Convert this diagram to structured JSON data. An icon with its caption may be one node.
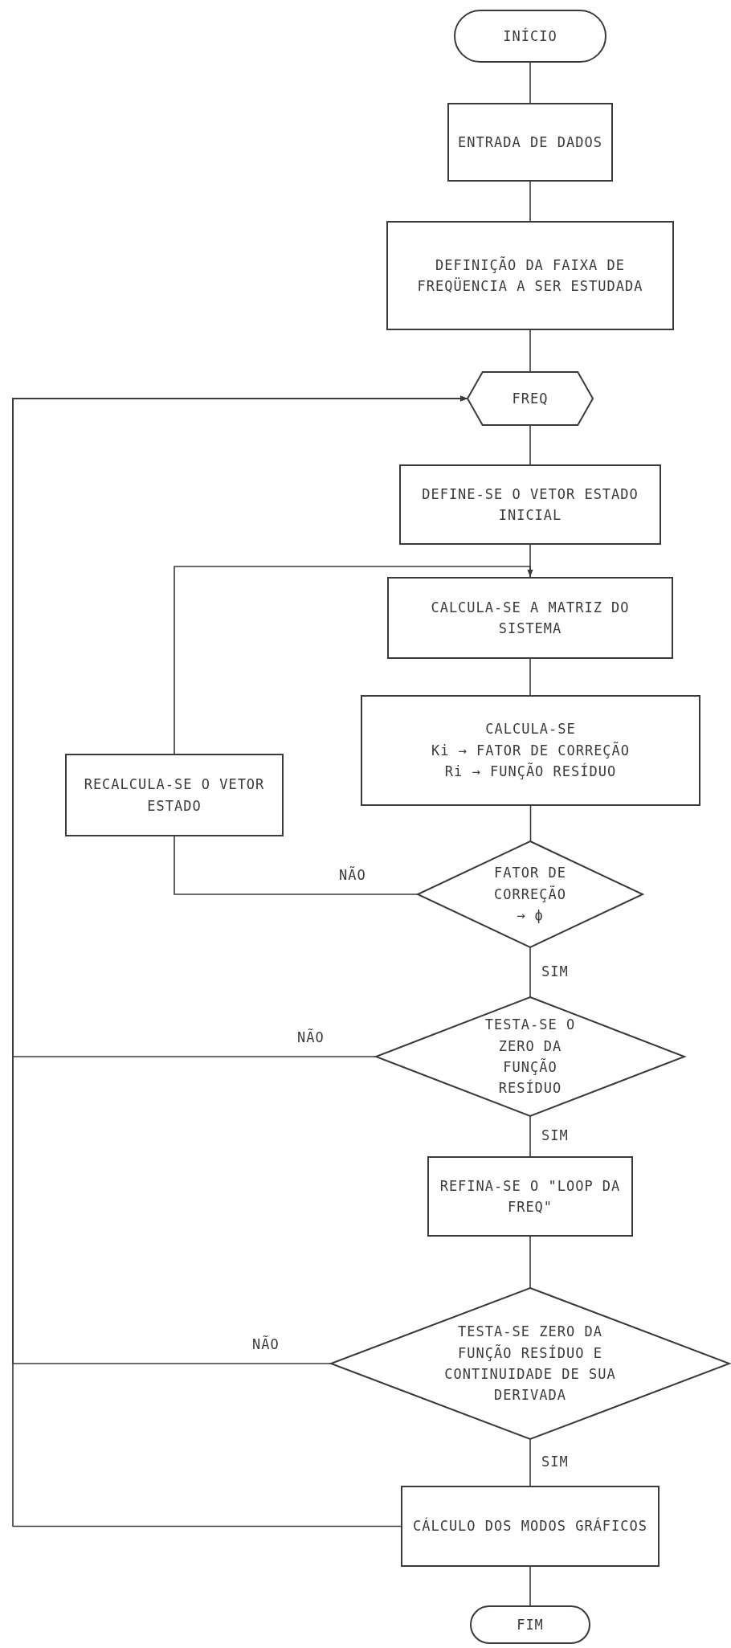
{
  "diagram": {
    "nodes": [
      {
        "text": [
          "INÍCIO"
        ]
      },
      {
        "text": [
          "ENTRADA DE DADOS"
        ]
      },
      {
        "text": [
          "DEFINIÇÃO DA FAIXA DE FREQÜENCIA A SER ESTUDADA"
        ]
      },
      {
        "text": [
          "FREQ"
        ]
      },
      {
        "text": [
          "DEFINE-SE O VETOR ESTADO INICIAL"
        ]
      },
      {
        "text": [
          "CALCULA-SE A MATRIZ DO SISTEMA"
        ]
      },
      {
        "text": [
          "CALCULA-SE",
          "Ki → FATOR DE CORREÇÃO",
          "Ri → FUNÇÃO RESÍDUO"
        ]
      },
      {
        "text": [
          "RECALCULA-SE O VETOR ESTADO"
        ]
      },
      {
        "text": [
          "FATOR DE CORREÇÃO → ϕ"
        ]
      },
      {
        "text": [
          "TESTA-SE O ZERO DA FUNÇÃO RESÍDUO"
        ]
      },
      {
        "text": [
          "REFINA-SE O \"LOOP DA FREQ\""
        ]
      },
      {
        "text": [
          "TESTA-SE ZERO DA FUNÇÃO RESÍDUO E CONTINUIDADE DE SUA DERIVADA"
        ]
      },
      {
        "text": [
          "CÁLCULO DOS MODOS GRÁFICOS"
        ]
      },
      {
        "text": [
          "FIM"
        ]
      }
    ],
    "edges": [
      {
        "from": 0,
        "to": 1,
        "arrow": "none"
      },
      {
        "from": 1,
        "to": 2,
        "arrow": "none"
      },
      {
        "from": 2,
        "to": 3,
        "arrow": "none"
      },
      {
        "from": 3,
        "to": 4,
        "arrow": "none"
      },
      {
        "from": 4,
        "to": 5,
        "arrow": "none"
      },
      {
        "from": 5,
        "to": 6,
        "arrow": "none"
      },
      {
        "from": 6,
        "to": 8,
        "arrow": "none"
      },
      {
        "from": 8,
        "to": 7,
        "label": "NÃO",
        "arrow": "none"
      },
      {
        "from": 7,
        "to": 5,
        "arrow": "to"
      },
      {
        "from": 8,
        "to": 9,
        "label": "SIM",
        "arrow": "none"
      },
      {
        "from": 9,
        "to": 3,
        "label": "NÃO",
        "arrow": "to"
      },
      {
        "from": 9,
        "to": 10,
        "label": "SIM",
        "arrow": "none"
      },
      {
        "from": 10,
        "to": 11,
        "arrow": "none"
      },
      {
        "from": 11,
        "to": 3,
        "label": "NÃO",
        "arrow": "to"
      },
      {
        "from": 11,
        "to": 12,
        "label": "SIM",
        "arrow": "none"
      },
      {
        "from": 12,
        "to": 3,
        "arrow": "to"
      },
      {
        "from": 12,
        "to": 13,
        "arrow": "none"
      }
    ]
  }
}
